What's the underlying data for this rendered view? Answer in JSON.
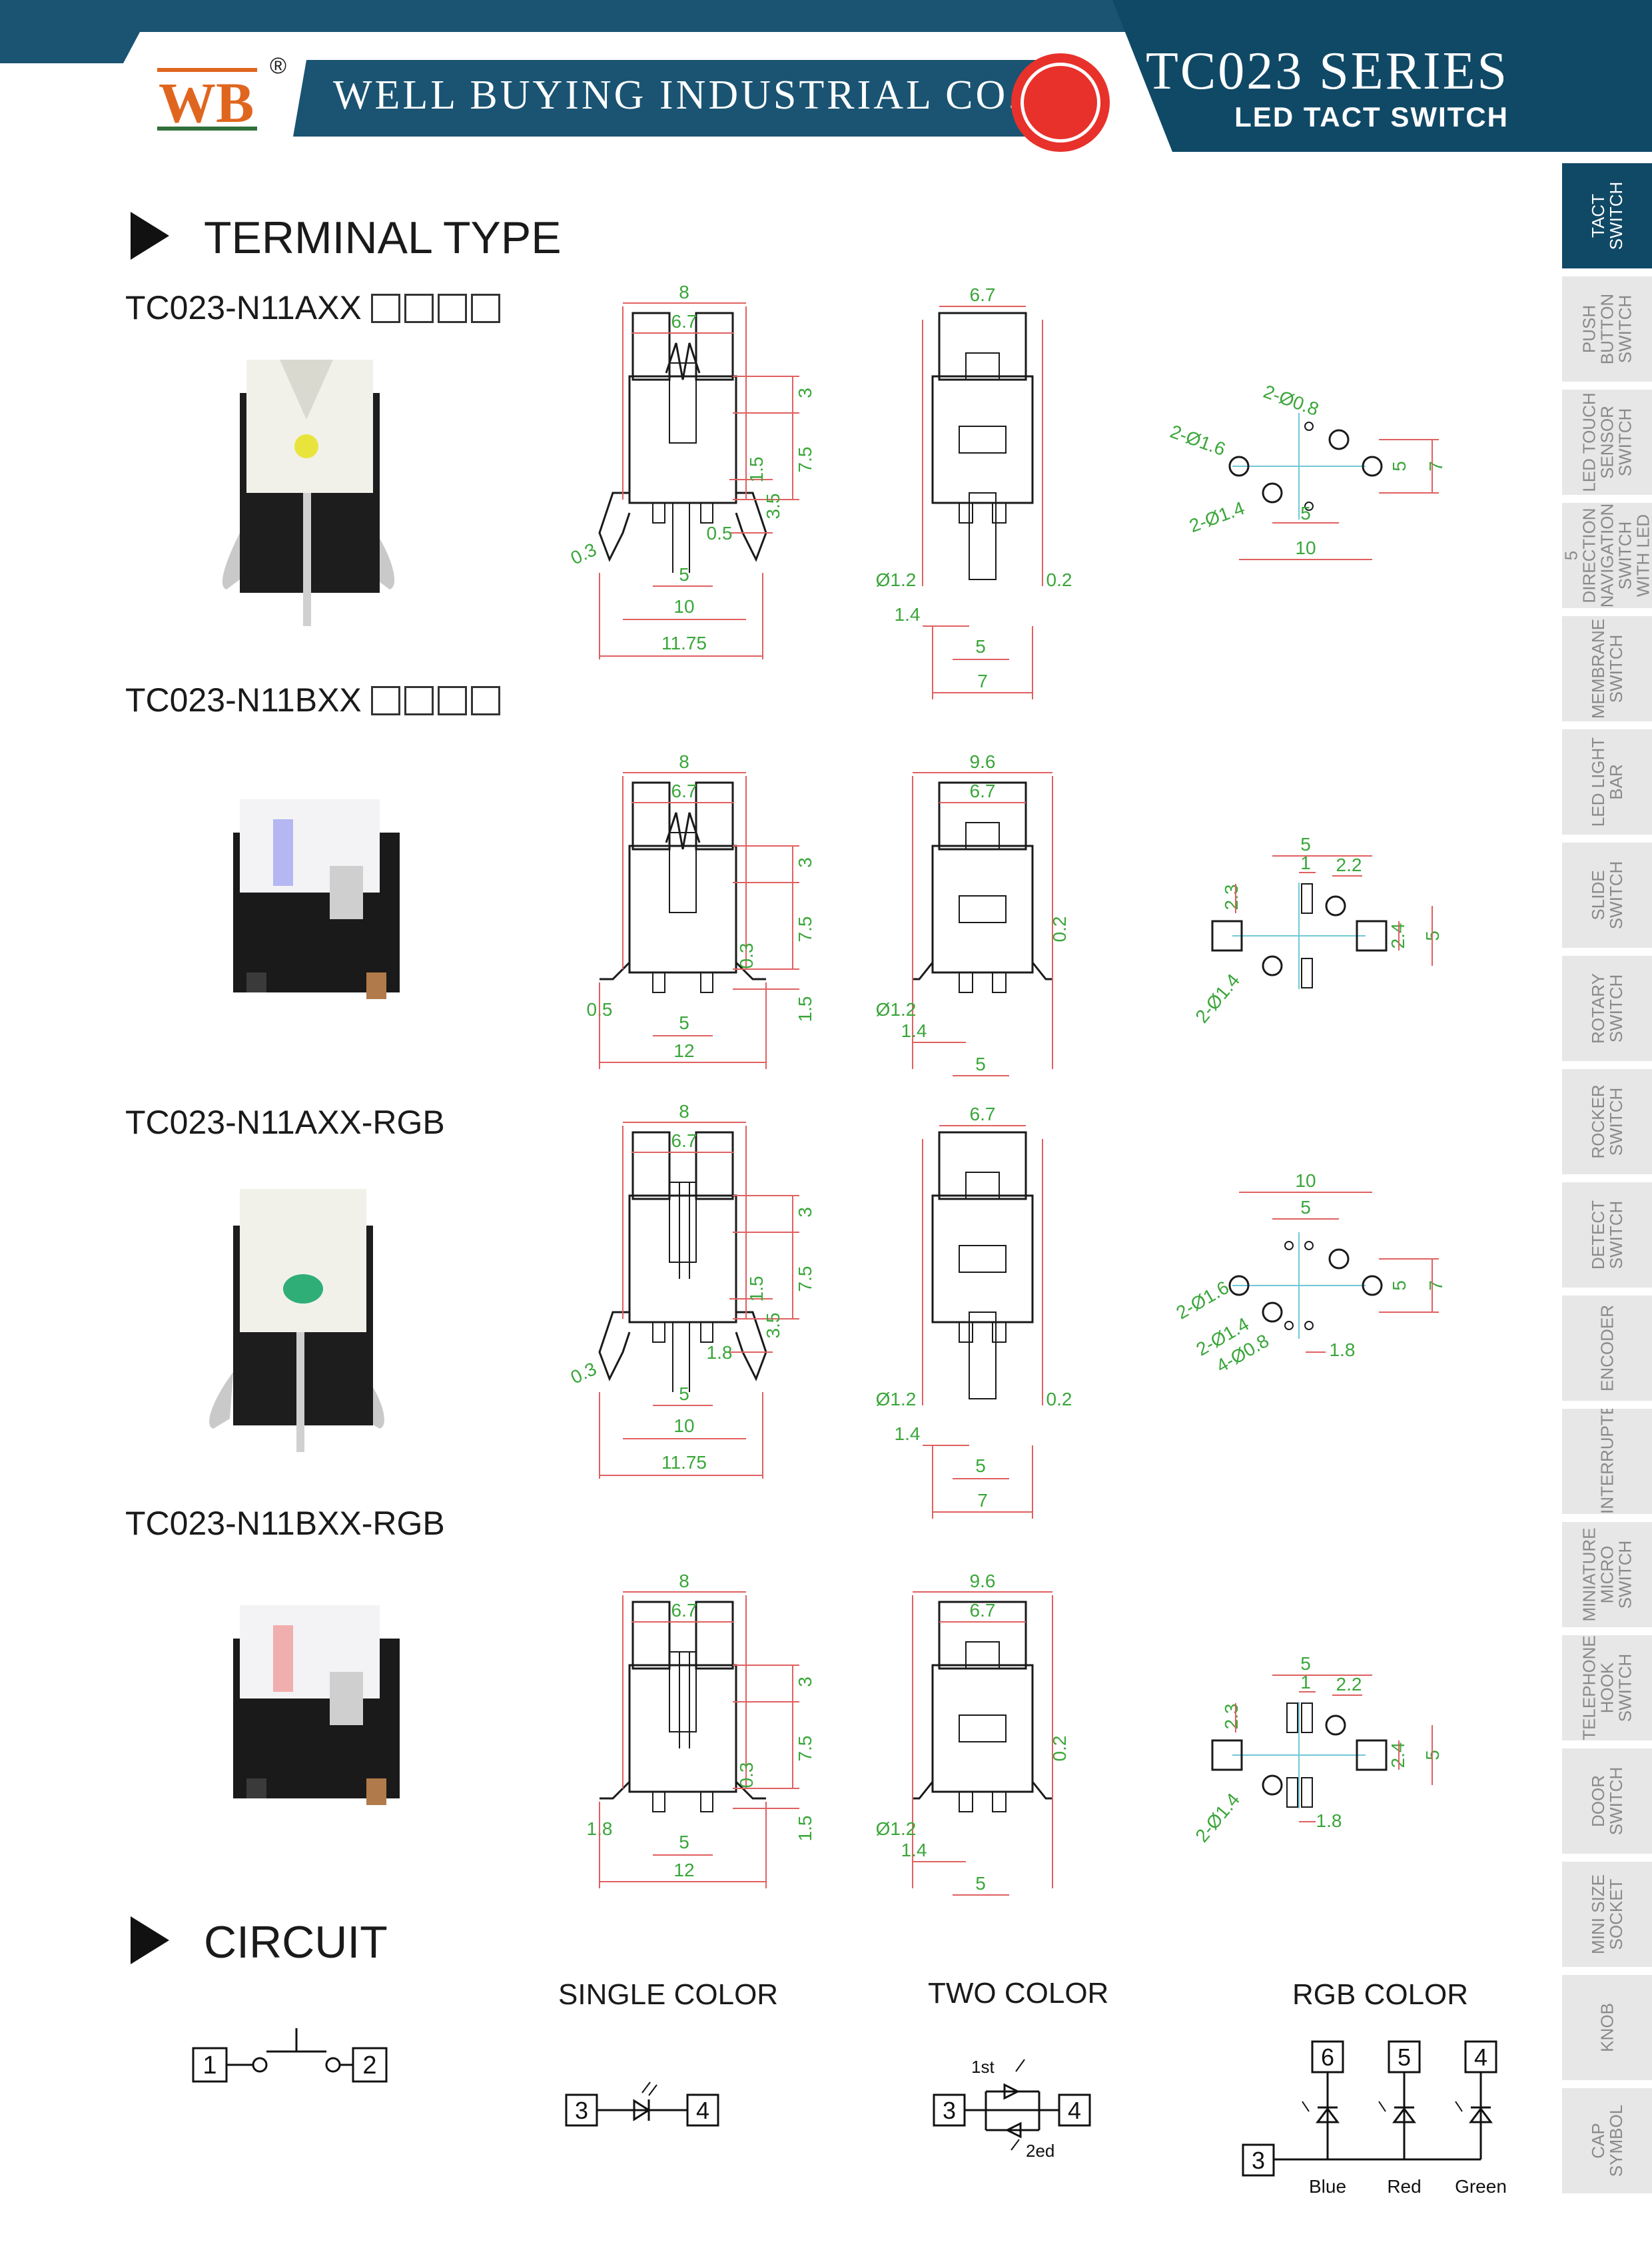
{
  "header": {
    "logo_text": "WB",
    "logo_registered": "®",
    "company": "WELL BUYING INDUSTRIAL CO., LTD",
    "series": "TC023 SERIES",
    "subtitle": "LED TACT SWITCH",
    "colors": {
      "band": "#1a5472",
      "dark": "#104966",
      "logo_orange": "#e0661f",
      "accent_red": "#e8312b"
    }
  },
  "sidebar": {
    "items": [
      {
        "label": "TACT\nSWITCH",
        "active": true
      },
      {
        "label": "PUSH\nBUTTON\nSWITCH",
        "active": false
      },
      {
        "label": "LED TOUCH\nSENSOR\nSWITCH",
        "active": false
      },
      {
        "label": "5 DIRECTION\nNAVIGATION\nSWITCH\nWITH LED",
        "active": false
      },
      {
        "label": "MEMBRANE\nSWITCH",
        "active": false
      },
      {
        "label": "LED LIGHT\nBAR",
        "active": false
      },
      {
        "label": "SLIDE\nSWITCH",
        "active": false
      },
      {
        "label": "ROTARY\nSWITCH",
        "active": false
      },
      {
        "label": "ROCKER\nSWITCH",
        "active": false
      },
      {
        "label": "DETECT\nSWITCH",
        "active": false
      },
      {
        "label": "ENCODER",
        "active": false
      },
      {
        "label": "INTERRUPTER",
        "active": false
      },
      {
        "label": "MINIATURE\nMICRO\nSWITCH",
        "active": false
      },
      {
        "label": "TELEPHONE\nHOOK\nSWITCH",
        "active": false
      },
      {
        "label": "DOOR\nSWITCH",
        "active": false
      },
      {
        "label": "MINI SIZE\nSOCKET",
        "active": false
      },
      {
        "label": "KNOB",
        "active": false
      },
      {
        "label": "CAP\nSYMBOL",
        "active": false
      }
    ]
  },
  "terminal": {
    "title": "TERMINAL TYPE",
    "parts": [
      {
        "name": "TC023-N11AXX",
        "boxes": true
      },
      {
        "name": "TC023-N11BXX",
        "boxes": true
      },
      {
        "name": "TC023-N11AXX-RGB",
        "boxes": false
      },
      {
        "name": "TC023-N11BXX-RGB",
        "boxes": false
      }
    ],
    "front": {
      "a": [
        "8",
        "6.7",
        "3",
        "7.5",
        "1.5",
        "3.5",
        "0.5",
        "0.3",
        "5",
        "10",
        "11.75"
      ],
      "b": [
        "8",
        "6.7",
        "3",
        "7.5",
        "0.3",
        "1.5",
        "0.5",
        "5",
        "12"
      ],
      "argb": [
        "8",
        "6.7",
        "3",
        "7.5",
        "1.5",
        "3.5",
        "1.8",
        "0.3",
        "5",
        "10",
        "11.75"
      ],
      "brgb": [
        "8",
        "6.7",
        "3",
        "7.5",
        "0.3",
        "1.5",
        "1.8",
        "5",
        "12"
      ]
    },
    "side": {
      "a": [
        "6.7",
        "Ø1.2",
        "0.2",
        "1.4",
        "5",
        "7"
      ],
      "b": [
        "9.6",
        "6.7",
        "0.2",
        "Ø1.2",
        "1.4",
        "5"
      ],
      "argb": [
        "6.7",
        "Ø1.2",
        "0.2",
        "1.4",
        "5",
        "7"
      ],
      "brgb": [
        "9.6",
        "6.7",
        "0.2",
        "Ø1.2",
        "1.4",
        "5"
      ]
    },
    "pcb": {
      "a": [
        "2-Ø0.8",
        "2-Ø1.6",
        "2-Ø1.4",
        "5",
        "7",
        "5",
        "10"
      ],
      "b": [
        "5",
        "1",
        "2.2",
        "2.3",
        "2.4",
        "5",
        "2-Ø1.4"
      ],
      "argb": [
        "10",
        "5",
        "2-Ø1.6",
        "2-Ø1.4",
        "4-Ø0.8",
        "5",
        "7",
        "1.8"
      ],
      "brgb": [
        "5",
        "1",
        "2.2",
        "2.3",
        "2.4",
        "5",
        "2-Ø1.4",
        "1.8"
      ]
    }
  },
  "circuit": {
    "title": "CIRCUIT",
    "switch": {
      "left": "1",
      "right": "2"
    },
    "single": {
      "title": "SINGLE COLOR",
      "left": "3",
      "right": "4"
    },
    "two": {
      "title": "TWO COLOR",
      "left": "3",
      "right": "4",
      "first": "1st",
      "second": "2ed"
    },
    "rgb": {
      "title": "RGB COLOR",
      "pins": [
        "6",
        "5",
        "4"
      ],
      "common": "3",
      "labels": [
        "Blue",
        "Red",
        "Green"
      ]
    }
  }
}
